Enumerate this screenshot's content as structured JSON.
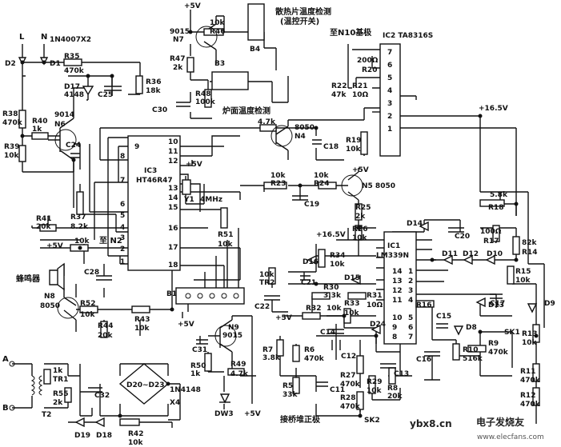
{
  "labels": {
    "L": "L",
    "N": "N",
    "d_1n4007": "1N4007X2",
    "D2": "D2",
    "D1": "D1",
    "R35": "R35",
    "R35v": "470k",
    "D17": "D17",
    "D17v": "4148",
    "C25": "C25",
    "R36": "R36",
    "R36v": "18k",
    "R38": "R38",
    "R38v": "470k",
    "R40": "R40",
    "R40v": "1k",
    "Q9014": "9014",
    "N6": "N6",
    "R39": "R39",
    "R39v": "10k",
    "C24": "C24",
    "v5_top": "+5V",
    "Q9015a": "9015",
    "N7": "N7",
    "R46": "R46",
    "R46v": "10k",
    "R47": "R47",
    "R47v": "2k",
    "B3": "B3",
    "R48": "R48",
    "R48v": "100k",
    "C30": "C30",
    "B4": "B4",
    "heatsink": "散热片温度检测",
    "thermo": "(温控开关)",
    "coiltemp": "炉面温度检测",
    "toN10": "至N10基极",
    "IC2": "IC2 TA8316S",
    "R20v": "200Ω",
    "R20": "R20",
    "R22": "R22",
    "R22v": "47k",
    "R21": "R21",
    "R21v": "10Ω",
    "v16_top": "+16.5V",
    "R4_7k": "4.7k",
    "Q8050a": "8050",
    "N4": "N4",
    "C18": "C18",
    "R19": "R19",
    "R19v": "10k",
    "IC3pin9": "9",
    "IC3pin8": "8",
    "IC3pin7": "7",
    "IC3pin6": "6",
    "IC3pin5": "5",
    "IC3pin4": "4",
    "IC3pin3": "3",
    "IC3pin2": "2",
    "IC3pin1": "1",
    "IC3pin11": "11",
    "IC3pin12": "12",
    "IC3pin10": "10",
    "IC3pin13": "13",
    "IC3pin14": "14",
    "IC3pin15": "15",
    "IC3pin16": "16",
    "IC3pin17": "17",
    "IC3pin18": "18",
    "IC3": "IC3",
    "IC3v": "HT46R47",
    "v5_mid": "+5V",
    "Y1": "Y1",
    "Y1v": "4MHz",
    "R23": "R23",
    "R23v": "10k",
    "R24": "R24",
    "R24v": "10k",
    "v5_n5": "+5V",
    "N5": "N5 8050",
    "C19": "C19",
    "R25": "R25",
    "R25v": "2k",
    "R37": "R37",
    "R37v": "8.2k",
    "R41": "R41",
    "R41v": "20k",
    "R51": "R51",
    "R51v": "10k",
    "toN2": "至 N2",
    "v5_left": "+5V",
    "R_10k_left": "10k",
    "C28": "C28",
    "buzzer": "蜂鸣器",
    "N8": "N8",
    "N8v": "8050",
    "R52": "R52",
    "R52v": "10k",
    "R44": "R44",
    "R44v": "20k",
    "R43": "R43",
    "R43v": "10k",
    "B1": "B1",
    "v5_b1": "+5V",
    "D14": "D14",
    "R26": "R26",
    "R26v": "10k",
    "v16_mid": "+16.5V",
    "C20": "C20",
    "R34": "R34",
    "R34v": "10k",
    "IC1": "IC1",
    "IC1v": "LM339N",
    "R18_5_8k": "5.8k",
    "R18": "R18",
    "R17v": "100Ω",
    "R17": "R17",
    "R14v": "82k",
    "R14": "R14",
    "D11": "D11",
    "D12": "D12",
    "D10": "D10",
    "R15": "R15",
    "R15v": "10k",
    "D16": "D16",
    "C21": "C21",
    "R_10k_tr2": "10k",
    "TR2": "TR2",
    "D15": "D15",
    "R30": "R30",
    "R30v": "3.3k",
    "R31": "R31",
    "R31v": "10Ω",
    "C22": "C22",
    "R32": "R32",
    "R32v": "10k",
    "R33": "R33",
    "R33v": "10k",
    "v5_r32": "+5V",
    "R16": "R16",
    "D13": "D13",
    "C17": "C17",
    "D9": "D9",
    "C15": "C15",
    "D8": "D8",
    "SK1": "SK1",
    "R9": "R9",
    "R9v": "470k",
    "R10": "R10",
    "R10v": "516k",
    "R13": "R13",
    "R13v": "10k",
    "C14": "C14",
    "D24": "D24",
    "C16": "C16",
    "pin14": "14",
    "pin13": "13",
    "pin12": "12",
    "pin11": "11",
    "pin10": "10",
    "pin9": "9",
    "pin8": "8",
    "pin1": "1",
    "pin2": "2",
    "pin3": "3",
    "pin4": "4",
    "pin5": "5",
    "pin6": "6",
    "pin7": "7",
    "IC2p1": "1",
    "IC2p2": "2",
    "IC2p3": "3",
    "IC2p4": "4",
    "IC2p5": "5",
    "IC2p6": "6",
    "IC2p7": "7",
    "N9": "N9",
    "N9v": "9015",
    "C31": "C31",
    "R50": "R50",
    "R50v": "1k",
    "R49": "R49",
    "R49v": "4.7k",
    "DW3": "DW3",
    "v5_bot": "+5V",
    "R7": "R7",
    "R7v": "3.8k",
    "R6": "R6",
    "R6v": "470k",
    "C12": "C12",
    "R5": "R5",
    "R5v": "33k",
    "C11": "C11",
    "R29": "R29",
    "R29v": "10k",
    "C13": "C13",
    "R8": "R8",
    "R8v": "20k",
    "R27": "R27",
    "R27v": "470k",
    "R28": "R28",
    "R28v": "470k",
    "SK2": "SK2",
    "bridge_pos": "接桥堆正极",
    "R11": "R11",
    "R11v": "470k",
    "R12": "R12",
    "R12v": "470k",
    "A": "A",
    "B": "B",
    "TR1": "1k",
    "TR1b": "TR1",
    "R55": "R55",
    "R55v": "2k",
    "C32": "C32",
    "T2": "T2",
    "D20D23": "D20~D23",
    "D_1n4148": "1N4148",
    "X4": "X4",
    "D19": "D19",
    "D18": "D18",
    "R42": "R42",
    "R42v": "10k",
    "watermark": "ybx8.cn",
    "watermark2": "电子发烧友",
    "watermark3": "www.elecfans.com"
  }
}
